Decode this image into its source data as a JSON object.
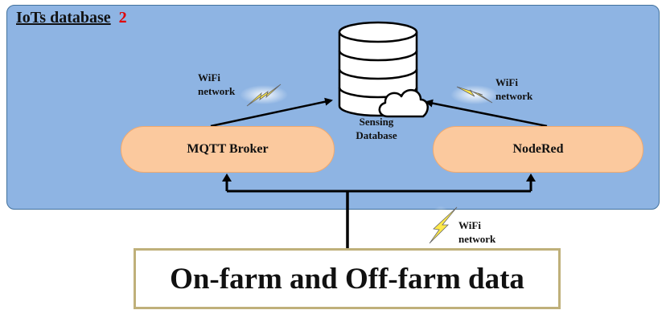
{
  "panel": {
    "title": "IoTs database",
    "number": "2"
  },
  "nodes": {
    "mqtt_label": "MQTT Broker",
    "nodered_label": "NodeRed"
  },
  "database": {
    "line1": "Sensing",
    "line2": "Database",
    "icon": "database-cloud-icon"
  },
  "wifi": {
    "line1": "WiFi",
    "line2": "network",
    "icon": "lightning-icon"
  },
  "source": {
    "label": "On-farm and Off-farm data"
  },
  "colors": {
    "panel": "#8eb4e3",
    "node": "#fbc99e",
    "title_number": "#e00000",
    "source_border": "#bfb07a"
  }
}
